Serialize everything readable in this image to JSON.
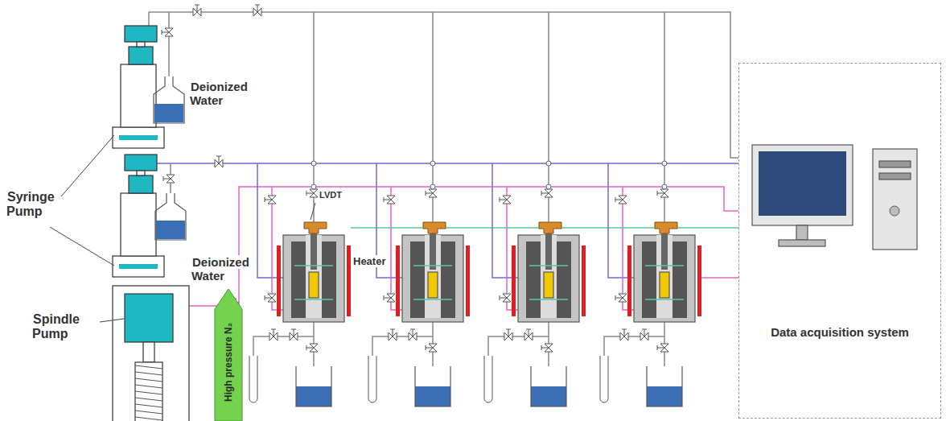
{
  "diagram": {
    "nodes": [
      {
        "text": [
          "Data acquisition system"
        ]
      },
      {
        "text": [
          "High pressure N₂"
        ]
      }
    ],
    "labels": [
      "Syringe Pump",
      "Deionized Water",
      "Deionized Water",
      "Spindle Pump",
      "LVDT",
      "Heater"
    ]
  }
}
